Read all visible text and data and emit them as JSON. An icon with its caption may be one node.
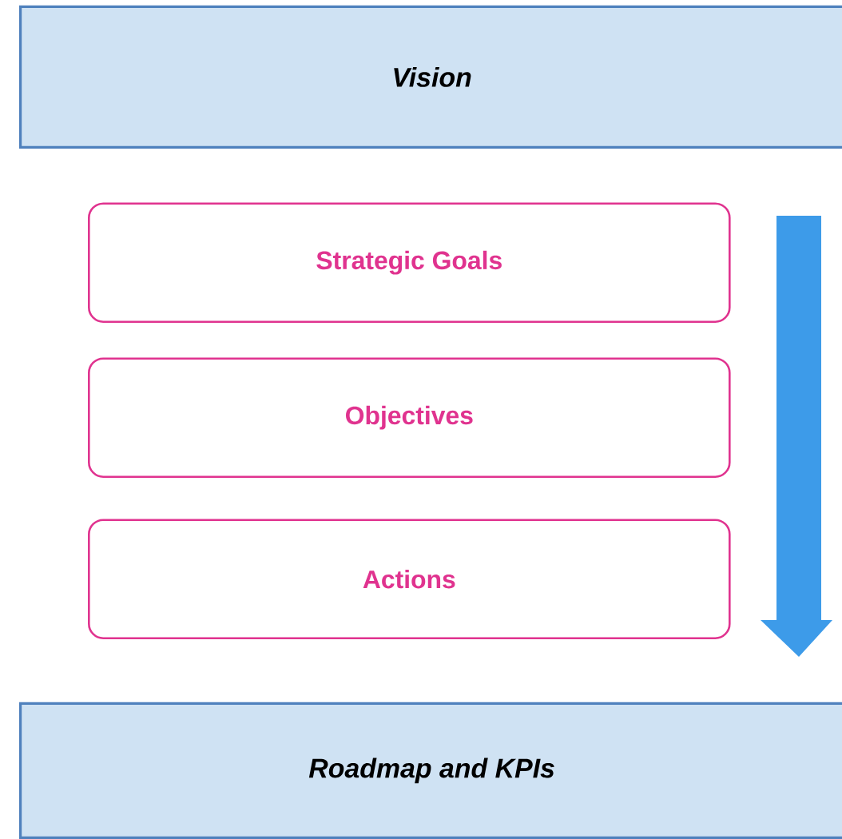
{
  "diagram": {
    "nodes": [
      {
        "text": [
          "Vision"
        ]
      },
      {
        "text": [
          "Strategic Goals"
        ]
      },
      {
        "text": [
          "Objectives"
        ]
      },
      {
        "text": [
          "Actions"
        ]
      },
      {
        "text": [
          "Roadmap and KPIs"
        ]
      }
    ]
  }
}
